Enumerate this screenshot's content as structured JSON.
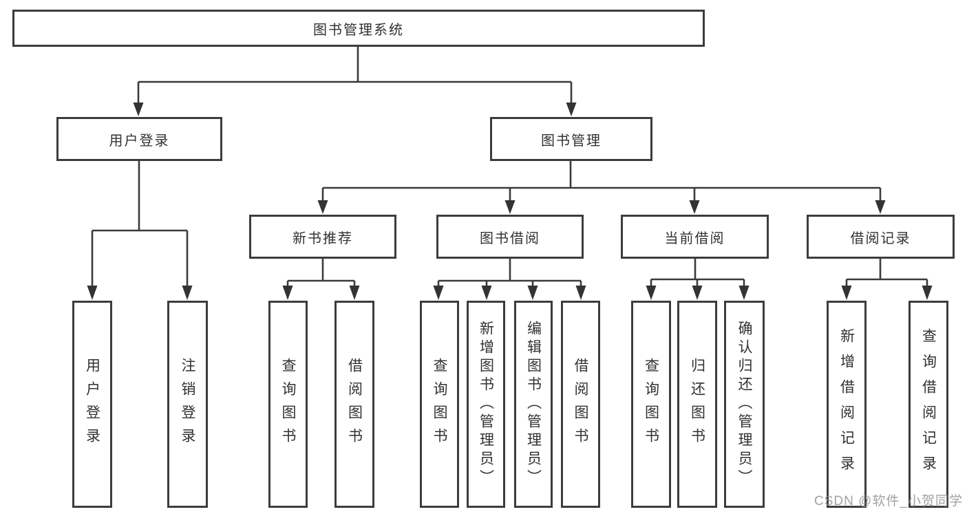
{
  "diagram": {
    "root": {
      "label": "图书管理系统"
    },
    "login_branch": {
      "label": "用户登录",
      "leaves": [
        "用户登录",
        "注销登录"
      ]
    },
    "manage_branch": {
      "label": "图书管理",
      "sections": [
        {
          "label": "新书推荐",
          "leaves": [
            "查询图书",
            "借阅图书"
          ]
        },
        {
          "label": "图书借阅",
          "leaves": [
            "查询图书",
            "新增图书（管理员）",
            "编辑图书（管理员）",
            "借阅图书"
          ]
        },
        {
          "label": "当前借阅",
          "leaves": [
            "查询图书",
            "归还图书",
            "确认归还（管理员）"
          ]
        },
        {
          "label": "借阅记录",
          "leaves": [
            "新增借阅记录",
            "查询借阅记录"
          ]
        }
      ]
    },
    "watermark": "CSDN @软件_小贺同学",
    "colors": {
      "line": "#3a3a3a",
      "box_border": "#3c3c3c",
      "box_fill": "#ffffff",
      "text": "#313131",
      "watermark": "#919191",
      "background": "#ffffff"
    }
  }
}
